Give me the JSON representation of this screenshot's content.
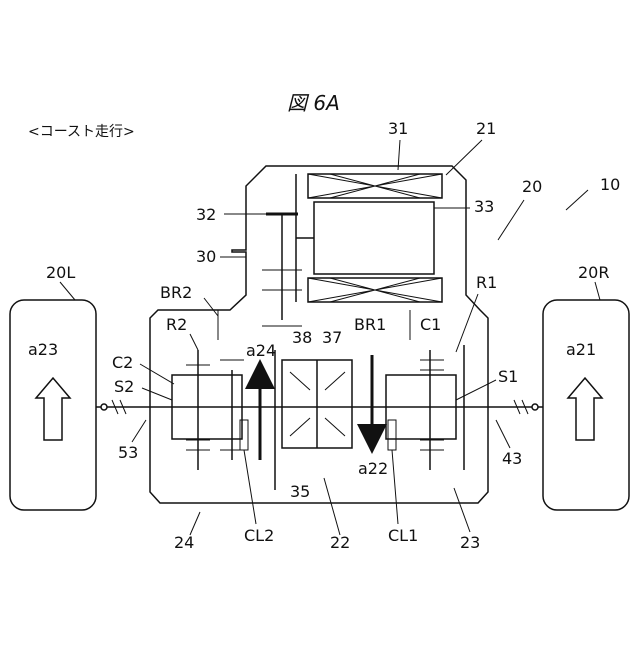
{
  "figure": {
    "title": "図 6A",
    "heading": "<コースト走行>"
  },
  "labels": {
    "n31": "31",
    "n21": "21",
    "n10": "10",
    "n20": "20",
    "n32": "32",
    "n33": "33",
    "n30": "30",
    "n20L": "20L",
    "n20R": "20R",
    "nBR2": "BR2",
    "nR1": "R1",
    "nR2": "R2",
    "n38": "38",
    "n37": "37",
    "nBR1": "BR1",
    "nC1": "C1",
    "na24": "a24",
    "nC2": "C2",
    "nS2": "S2",
    "nS1": "S1",
    "na23": "a23",
    "na21": "a21",
    "n53": "53",
    "na22": "a22",
    "n43": "43",
    "n35": "35",
    "n24": "24",
    "nCL2": "CL2",
    "n22": "22",
    "nCL1": "CL1",
    "n23": "23"
  }
}
